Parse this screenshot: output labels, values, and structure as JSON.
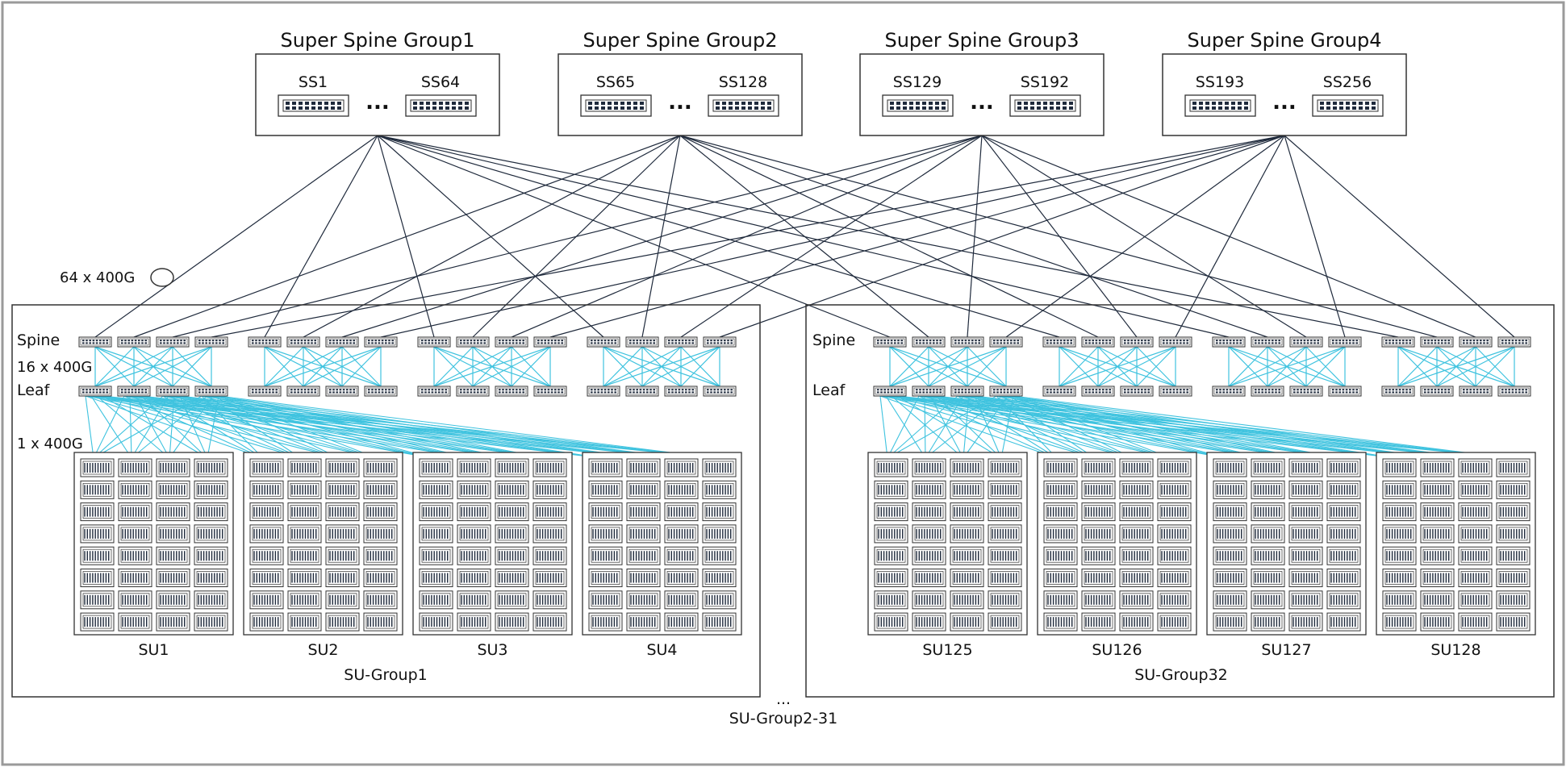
{
  "super_spine_groups": [
    {
      "title": "Super Spine Group1",
      "first": "SS1",
      "last": "SS64"
    },
    {
      "title": "Super Spine Group2",
      "first": "SS65",
      "last": "SS128"
    },
    {
      "title": "Super Spine Group3",
      "first": "SS129",
      "last": "SS192"
    },
    {
      "title": "Super Spine Group4",
      "first": "SS193",
      "last": "SS256"
    }
  ],
  "ellipsis": "...",
  "link_labels": {
    "superspine_link": "64 x 400G",
    "spine_leaf_link": "16 x 400G",
    "leaf_server_link": "1 x 400G"
  },
  "tier_labels": {
    "spine": "Spine",
    "leaf": "Leaf"
  },
  "su_groups": [
    {
      "name": "SU-Group1",
      "units": [
        "SU1",
        "SU2",
        "SU3",
        "SU4"
      ]
    },
    {
      "name": "SU-Group32",
      "units": [
        "SU125",
        "SU126",
        "SU127",
        "SU128"
      ]
    }
  ],
  "middle_ellipsis": "...",
  "middle_label": "SU-Group2-31",
  "colors": {
    "line_dark": "#1f2a3c",
    "line_cyan": "#3fc3df",
    "box_border": "#333333",
    "frame": "#9a9a9a"
  }
}
